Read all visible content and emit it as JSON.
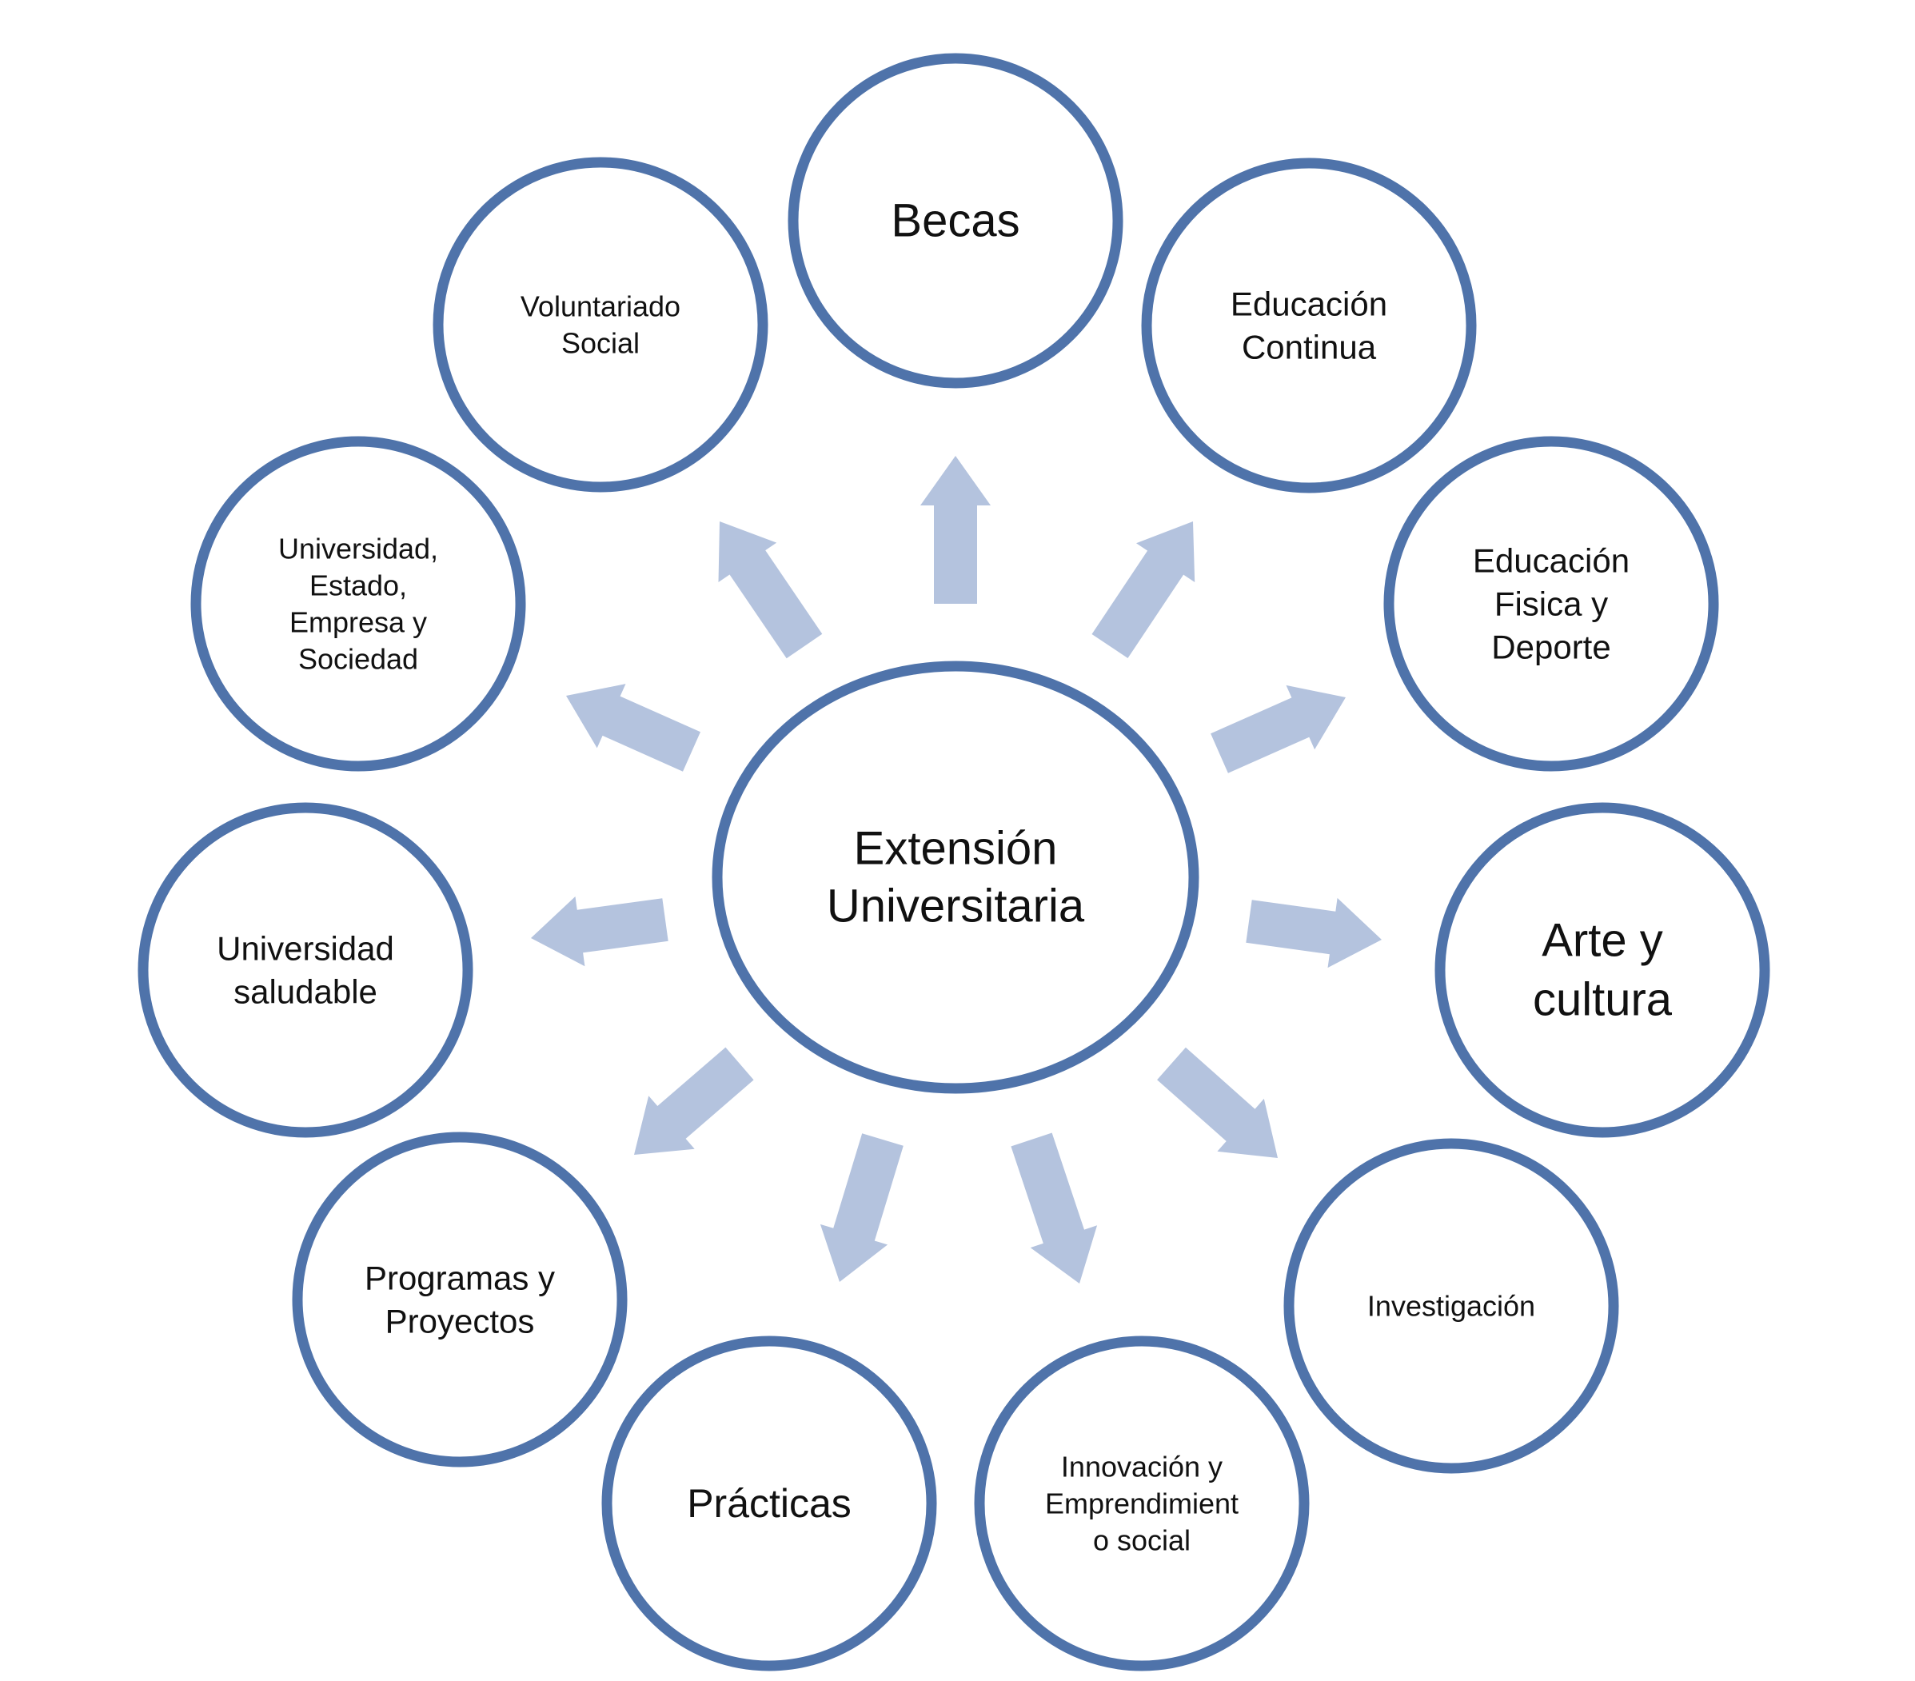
{
  "colors": {
    "circle_stroke": "#4F73AA",
    "arrow_fill": "#B4C3DE",
    "text": "#111111",
    "background": "#FFFFFF"
  },
  "center": {
    "label_lines": [
      "Extensión",
      "Universitaria"
    ]
  },
  "nodes": [
    {
      "id": "becas",
      "label_lines": [
        "Becas"
      ]
    },
    {
      "id": "educacion-continua",
      "label_lines": [
        "Educación",
        "Continua"
      ]
    },
    {
      "id": "educacion-fisica-deporte",
      "label_lines": [
        "Educación",
        "Fisica y",
        "Deporte"
      ]
    },
    {
      "id": "arte-cultura",
      "label_lines": [
        "Arte y",
        "cultura"
      ]
    },
    {
      "id": "investigacion",
      "label_lines": [
        "Investigación"
      ]
    },
    {
      "id": "innovacion-emprendimiento",
      "label_lines": [
        "Innovación y",
        "Emprendimient",
        "o social"
      ]
    },
    {
      "id": "practicas",
      "label_lines": [
        "Prácticas"
      ]
    },
    {
      "id": "programas-proyectos",
      "label_lines": [
        "Programas y",
        "Proyectos"
      ]
    },
    {
      "id": "universidad-saludable",
      "label_lines": [
        "Universidad",
        "saludable"
      ]
    },
    {
      "id": "universidad-estado-empresa-sociedad",
      "label_lines": [
        "Universidad,",
        "Estado,",
        "Empresa y",
        "Sociedad"
      ]
    },
    {
      "id": "voluntariado-social",
      "label_lines": [
        "Voluntariado",
        "Social"
      ]
    }
  ]
}
